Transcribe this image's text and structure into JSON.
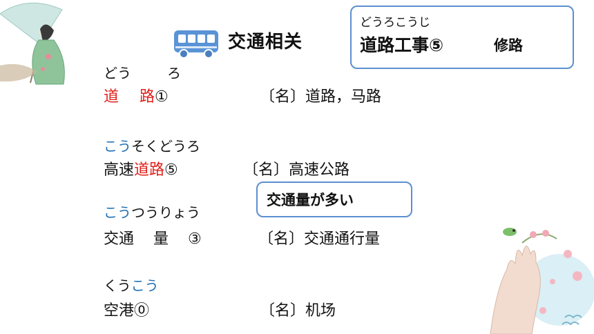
{
  "header": {
    "title": "交通相关"
  },
  "note_box": {
    "reading": "どうろこうじ",
    "word": "道路工事⑤",
    "meaning": "修路"
  },
  "phrase_box": {
    "text": "交通量が多い"
  },
  "entries": [
    {
      "reading_a": "どう",
      "reading_b": "ろ",
      "word_a": "道",
      "word_b": "路",
      "accent": "①",
      "definition": "〔名〕道路，马路"
    },
    {
      "reading_a": "こう",
      "reading_b": "そくどうろ",
      "word_a": "高速",
      "word_b": "道路",
      "accent": "⑤",
      "definition": "〔名〕高速公路"
    },
    {
      "reading_a": "こう",
      "reading_b": "つうりょう",
      "word_a": "交通",
      "word_b": "量",
      "accent": "③",
      "definition": "〔名〕交通通行量"
    },
    {
      "reading_a": "くう",
      "reading_b": "こう",
      "word_a": "空港",
      "accent": "⓪",
      "definition": "〔名〕机场"
    }
  ],
  "colors": {
    "highlight_red": "#e0201b",
    "highlight_blue": "#1f6fb5",
    "box_border": "#5b8fd0",
    "bus_blue": "#5a93d6"
  },
  "icons": [
    "bus-icon",
    "girl-umbrella-illustration",
    "hand-bird-flower-illustration"
  ]
}
